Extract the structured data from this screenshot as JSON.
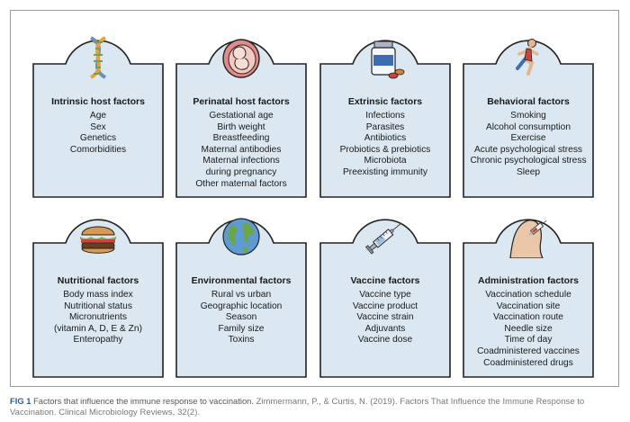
{
  "colors": {
    "fill": "#dbe8f1",
    "stroke": "#222222",
    "accent": "#2c5d86"
  },
  "cards": [
    {
      "title": "Intrinsic host factors",
      "icon": "dna-helix-icon",
      "items": [
        "Age",
        "Sex",
        "Genetics",
        "Comorbidities"
      ]
    },
    {
      "title": "Perinatal host factors",
      "icon": "fetus-in-womb-icon",
      "items": [
        "Gestational age",
        "Birth weight",
        "Breastfeeding",
        "Maternal antibodies",
        "Maternal infections",
        "during pregnancy",
        "Other maternal factors"
      ]
    },
    {
      "title": "Extrinsic factors",
      "icon": "pill-bottle-icon",
      "items": [
        "Infections",
        "Parasites",
        "Antibiotics",
        "Probiotics & prebiotics",
        "Microbiota",
        "Preexisting immunity"
      ]
    },
    {
      "title": "Behavioral factors",
      "icon": "runner-icon",
      "items": [
        "Smoking",
        "Alcohol consumption",
        "Exercise",
        "Acute psychological stress",
        "Chronic psychological stress",
        "Sleep"
      ]
    },
    {
      "title": "Nutritional factors",
      "icon": "burger-icon",
      "items": [
        "Body mass index",
        "Nutritional status",
        "Micronutrients",
        "(vitamin A, D, E & Zn)",
        "Enteropathy"
      ]
    },
    {
      "title": "Environmental factors",
      "icon": "globe-icon",
      "items": [
        "Rural vs urban",
        "Geographic location",
        "Season",
        "Family size",
        "Toxins"
      ]
    },
    {
      "title": "Vaccine factors",
      "icon": "syringe-icon",
      "items": [
        "Vaccine type",
        "Vaccine product",
        "Vaccine strain",
        "Adjuvants",
        "Vaccine dose"
      ]
    },
    {
      "title": "Administration factors",
      "icon": "arm-injection-icon",
      "items": [
        "Vaccination schedule",
        "Vaccination site",
        "Vaccination route",
        "Needle size",
        "Time of day",
        "Coadministered vaccines",
        "Coadministered drugs"
      ]
    }
  ],
  "caption": {
    "label": "FIG 1",
    "text": "Factors that influence the immune response to vaccination.",
    "citation": "Zimmermann, P., & Curtis, N. (2019). Factors That Influence the Immune Response to Vaccination. Clinical Microbiology Reviews, 32(2)."
  }
}
